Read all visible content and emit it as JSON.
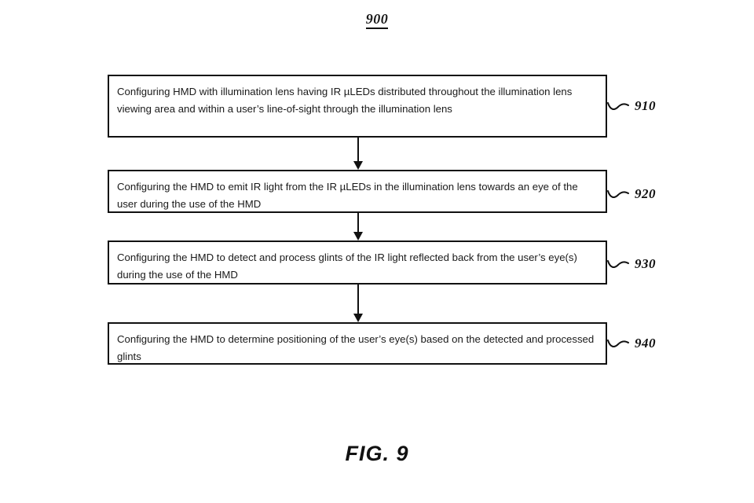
{
  "figure": {
    "number": "900",
    "caption": "FIG. 9"
  },
  "flowchart": {
    "type": "flowchart",
    "orientation": "vertical",
    "steps": [
      {
        "ref": "910",
        "text": "Configuring HMD with illumination lens having IR µLEDs distributed throughout the illumination lens viewing area and within a user’s line-of-sight through the illumination lens"
      },
      {
        "ref": "920",
        "text": "Configuring the HMD to emit IR light from the IR µLEDs in the illumination lens towards an eye of the user during the use of the HMD"
      },
      {
        "ref": "930",
        "text": "Configuring the HMD to detect and process glints of the IR light reflected back from the user’s eye(s) during the use of the HMD"
      },
      {
        "ref": "940",
        "text": "Configuring the HMD to determine positioning of the user’s eye(s) based on the detected and processed glints"
      }
    ],
    "connectors": [
      {
        "from": "910",
        "to": "920",
        "style": "arrow-down"
      },
      {
        "from": "920",
        "to": "930",
        "style": "arrow-down"
      },
      {
        "from": "930",
        "to": "940",
        "style": "arrow-down"
      }
    ]
  },
  "colors": {
    "background": "#ffffff",
    "ink": "#111111",
    "box_border": "#111111",
    "text": "#1a1a1a"
  }
}
